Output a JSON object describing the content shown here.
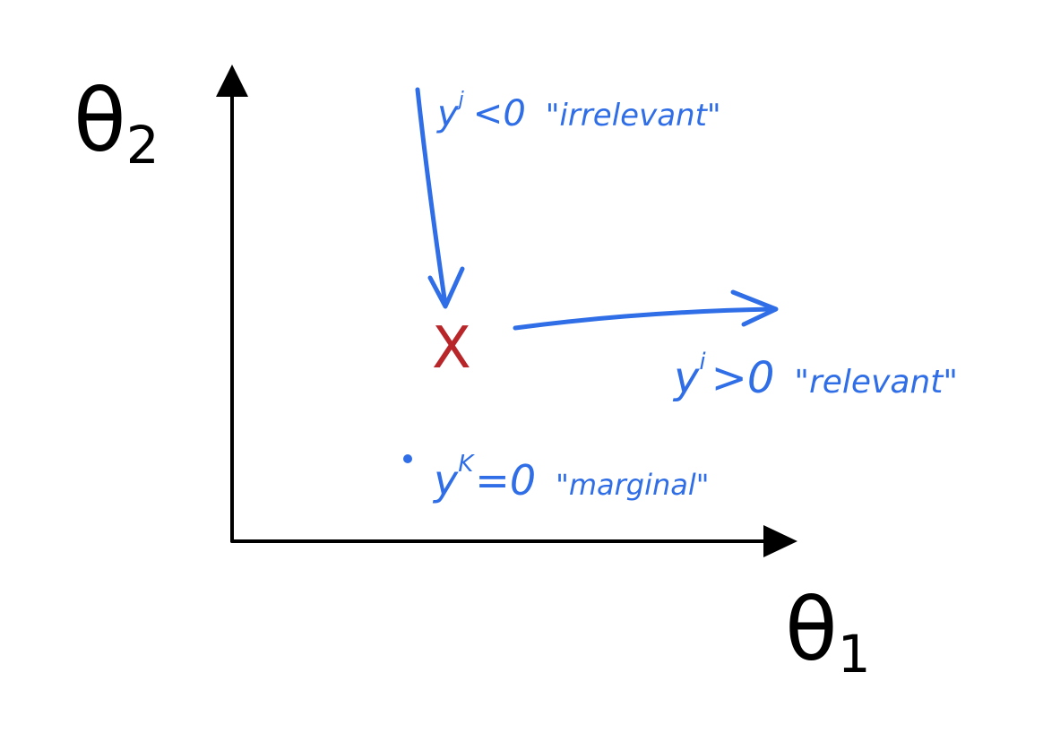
{
  "axes": {
    "x_label": "θ₁",
    "y_label": "θ₂",
    "x_base": "θ",
    "x_sub": "1",
    "y_base": "θ",
    "y_sub": "2"
  },
  "annotations": {
    "irrelevant": {
      "var": "y",
      "sup": "j",
      "rel": "<0",
      "note": "\"irrelevant\""
    },
    "relevant": {
      "var": "y",
      "sup": "i",
      "rel": ">0",
      "note": "\"relevant\""
    },
    "marginal": {
      "var": "y",
      "sup": "K",
      "rel": "=0",
      "note": "\"marginal\""
    }
  },
  "point_marker": "X",
  "colors": {
    "axes": "#000000",
    "annotations": "#2f6ee6",
    "point": "#b8262a"
  }
}
